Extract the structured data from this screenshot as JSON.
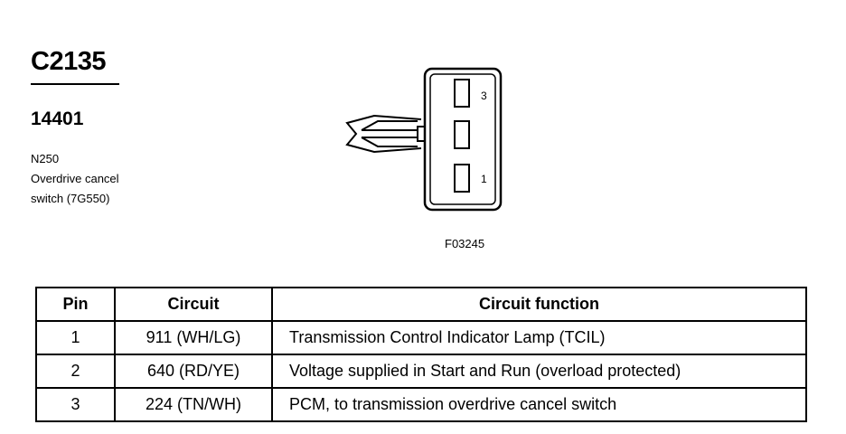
{
  "connector": {
    "id": "C2135",
    "part_number": "14401",
    "description_lines": [
      "N250",
      "Overdrive cancel",
      "switch (7G550)"
    ]
  },
  "diagram": {
    "figure_code": "F03245",
    "pin_labels": {
      "top": "3",
      "bottom": "1"
    }
  },
  "table": {
    "headers": [
      "Pin",
      "Circuit",
      "Circuit function"
    ],
    "rows": [
      {
        "pin": "1",
        "circuit": "911 (WH/LG)",
        "function": "Transmission Control Indicator Lamp (TCIL)"
      },
      {
        "pin": "2",
        "circuit": "640 (RD/YE)",
        "function": "Voltage supplied in Start and Run (overload protected)"
      },
      {
        "pin": "3",
        "circuit": "224 (TN/WH)",
        "function": "PCM, to transmission overdrive cancel switch"
      }
    ]
  }
}
